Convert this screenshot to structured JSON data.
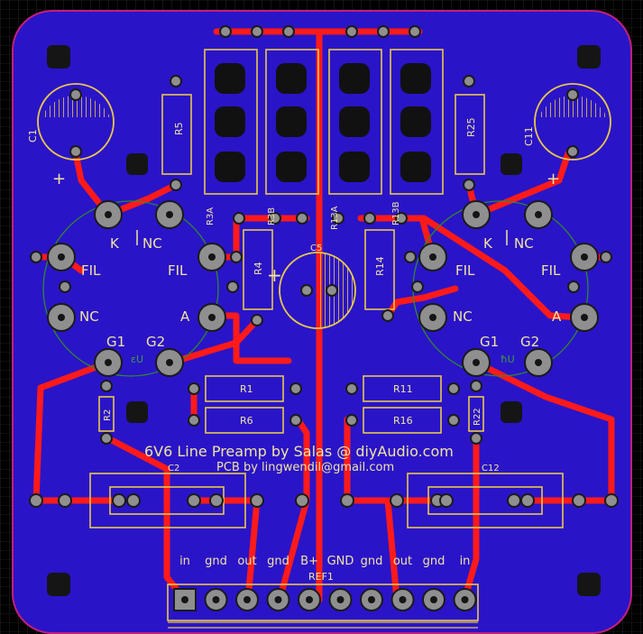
{
  "board": {
    "title": "6V6 Line Preamp by Salas @ diyAudio.com",
    "subtitle": "PCB by lingwendil@gmail.com"
  },
  "components": {
    "c1": "C1",
    "c11": "C11",
    "c2": "C2",
    "c12": "C12",
    "c5": "C5",
    "r1": "R1",
    "r6": "R6",
    "r11": "R11",
    "r16": "R16",
    "r2": "R2",
    "r22": "R22",
    "r4": "R4",
    "r14": "R14",
    "r5": "R5",
    "r25": "R25",
    "r3a": "R3A",
    "r3b": "R3B",
    "r13a": "R13A",
    "r13b": "R13B",
    "ref1": "REF1"
  },
  "tube_labels": {
    "k": "K",
    "nc": "NC",
    "fil": "FIL",
    "a": "A",
    "g1": "G1",
    "g2": "G2",
    "u": "ɛU",
    "u2": "ħU"
  },
  "polarity": {
    "plus": "+"
  },
  "connector_pins": [
    "in",
    "gnd",
    "out",
    "gnd",
    "B+",
    "GND",
    "gnd",
    "out",
    "gnd",
    "in"
  ]
}
